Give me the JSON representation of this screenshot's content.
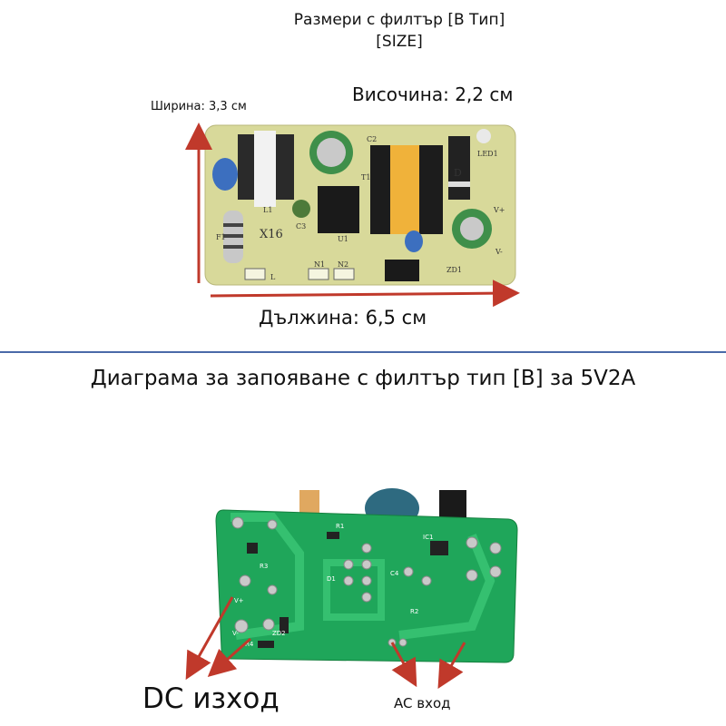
{
  "header": {
    "line1": "Размери с филтър [B Тип]",
    "line2": "[SIZE]"
  },
  "dimensions": {
    "width_label": "Ширина: 3,3 см",
    "height_label": "Височина: 2,2 см",
    "length_label": "Дължина: 6,5 см"
  },
  "board_top": {
    "silkscreen": [
      "L1",
      "F1",
      "X16",
      "C3",
      "U1",
      "T1",
      "C2",
      "D",
      "LED1",
      "V+",
      "V-",
      "ZD1",
      "N1",
      "N2",
      "L"
    ]
  },
  "diagram": {
    "title": "Диаграма за запояване с филтър тип [B] за 5V2A",
    "dc_output_label": "DC изход",
    "ac_input_label": "AC вход",
    "silkscreen": [
      "R1",
      "R3",
      "D1",
      "C4",
      "R2",
      "R4",
      "V+",
      "V-",
      "ZD2",
      "IC1"
    ]
  },
  "colors": {
    "divider": "#4a6aa8",
    "arrow": "#c0392b",
    "pcb_top": "#d8d99a",
    "pcb_bottom": "#1fa65a"
  }
}
